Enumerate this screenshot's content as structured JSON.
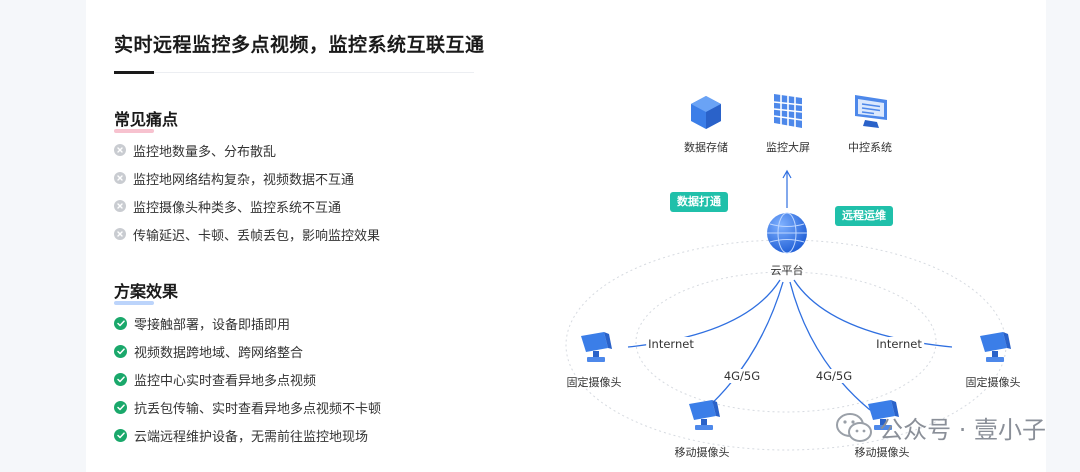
{
  "page": {
    "title": "实时远程监控多点视频，监控系统互联互通"
  },
  "pain_points": {
    "heading": "常见痛点",
    "items": [
      "监控地数量多、分布散乱",
      "监控地网络结构复杂，视频数据不互通",
      "监控摄像头种类多、监控系统不互通",
      "传输延迟、卡顿、丢帧丢包，影响监控效果"
    ]
  },
  "effects": {
    "heading": "方案效果",
    "items": [
      "零接触部署，设备即插即用",
      "视频数据跨地域、跨网络整合",
      "监控中心实时查看异地多点视频",
      "抗丢包传输、实时查看异地多点视频不卡顿",
      "云端远程维护设备，无需前往监控地现场"
    ]
  },
  "diagram": {
    "top_nodes": [
      {
        "label": "数据存储",
        "icon": "storage-cube-icon"
      },
      {
        "label": "监控大屏",
        "icon": "video-wall-icon"
      },
      {
        "label": "中控系统",
        "icon": "monitor-icon"
      }
    ],
    "tags": {
      "left": "数据打通",
      "right": "远程运维"
    },
    "cloud": {
      "label": "云平台",
      "icon": "globe-icon"
    },
    "links": {
      "internet_left": "Internet",
      "internet_right": "Internet",
      "mobile_left": "4G/5G",
      "mobile_right": "4G/5G"
    },
    "cameras": {
      "fixed_left": "固定摄像头",
      "fixed_right": "固定摄像头",
      "mobile_left": "移动摄像头",
      "mobile_right": "移动摄像头"
    }
  },
  "watermark": {
    "text": "公众号 · 壹小子"
  },
  "colors": {
    "accent_blue": "#2f6fe0",
    "tag_teal": "#20c0aa",
    "check_green": "#1aa86b",
    "x_gray": "#c9ccd1",
    "pain_underline": "#f7c2cf",
    "effect_underline": "#bcd4fb"
  }
}
